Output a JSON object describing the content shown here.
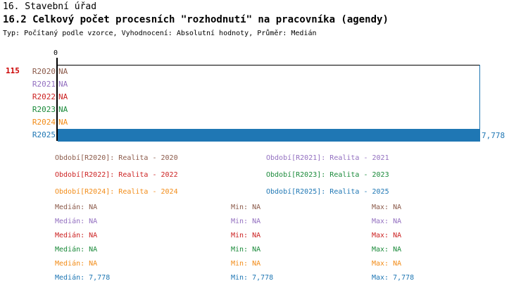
{
  "header": {
    "section_title": "16. Stavební úřad",
    "chart_title": "16.2 Celkový počet procesních \"rozhodnutí\" na pracovníka (agendy)",
    "subtitle": "Typ: Počítaný podle vzorce, Vyhodnocení: Absolutní hodnoty, Průměr: Medián"
  },
  "chart_data": {
    "type": "bar",
    "orientation": "horizontal",
    "title": "16.2 Celkový počet procesních \"rozhodnutí\" na pracovníka (agendy)",
    "xlabel": "",
    "ylabel": "",
    "axis_origin_label": "0",
    "left_marker": "115",
    "grid": false,
    "xlim": [
      0,
      7778
    ],
    "categories": [
      "R2020",
      "R2021",
      "R2022",
      "R2023",
      "R2024",
      "R2025"
    ],
    "values": [
      null,
      null,
      null,
      null,
      null,
      7778
    ],
    "value_labels": [
      "NA",
      "NA",
      "NA",
      "NA",
      "NA",
      "7,778"
    ],
    "colors": [
      "#8B5A4A",
      "#9370C0",
      "#CC2222",
      "#1A8A3A",
      "#F28C18",
      "#1F77B4"
    ],
    "bar_fill": "#1F77B4",
    "bars": [
      {
        "category": "R2020",
        "value": null,
        "label": "NA",
        "color": "#8B5A4A",
        "is_na": true
      },
      {
        "category": "R2021",
        "value": null,
        "label": "NA",
        "color": "#9370C0",
        "is_na": true
      },
      {
        "category": "R2022",
        "value": null,
        "label": "NA",
        "color": "#CC2222",
        "is_na": true
      },
      {
        "category": "R2023",
        "value": null,
        "label": "NA",
        "color": "#1A8A3A",
        "is_na": true
      },
      {
        "category": "R2024",
        "value": null,
        "label": "NA",
        "color": "#F28C18",
        "is_na": true
      },
      {
        "category": "R2025",
        "value": 7778,
        "label": "7,778",
        "color": "#1F77B4",
        "is_na": false
      }
    ]
  },
  "legend": {
    "items": [
      {
        "text": "Období[R2020]: Realita - 2020",
        "color": "#8B5A4A"
      },
      {
        "text": "Období[R2021]: Realita - 2021",
        "color": "#9370C0"
      },
      {
        "text": "Období[R2022]: Realita - 2022",
        "color": "#CC2222"
      },
      {
        "text": "Období[R2023]: Realita - 2023",
        "color": "#1A8A3A"
      },
      {
        "text": "Období[R2024]: Realita - 2024",
        "color": "#F28C18"
      },
      {
        "text": "Období[R2025]: Realita - 2025",
        "color": "#1F77B4"
      }
    ]
  },
  "stats": {
    "rows": [
      {
        "median": "Medián: NA",
        "min": "Min: NA",
        "max": "Max: NA",
        "color": "#8B5A4A"
      },
      {
        "median": "Medián: NA",
        "min": "Min: NA",
        "max": "Max: NA",
        "color": "#9370C0"
      },
      {
        "median": "Medián: NA",
        "min": "Min: NA",
        "max": "Max: NA",
        "color": "#CC2222"
      },
      {
        "median": "Medián: NA",
        "min": "Min: NA",
        "max": "Max: NA",
        "color": "#1A8A3A"
      },
      {
        "median": "Medián: NA",
        "min": "Min: NA",
        "max": "Max: NA",
        "color": "#F28C18"
      },
      {
        "median": "Medián: 7,778",
        "min": "Min: 7,778",
        "max": "Max: 7,778",
        "color": "#1F77B4"
      }
    ]
  }
}
